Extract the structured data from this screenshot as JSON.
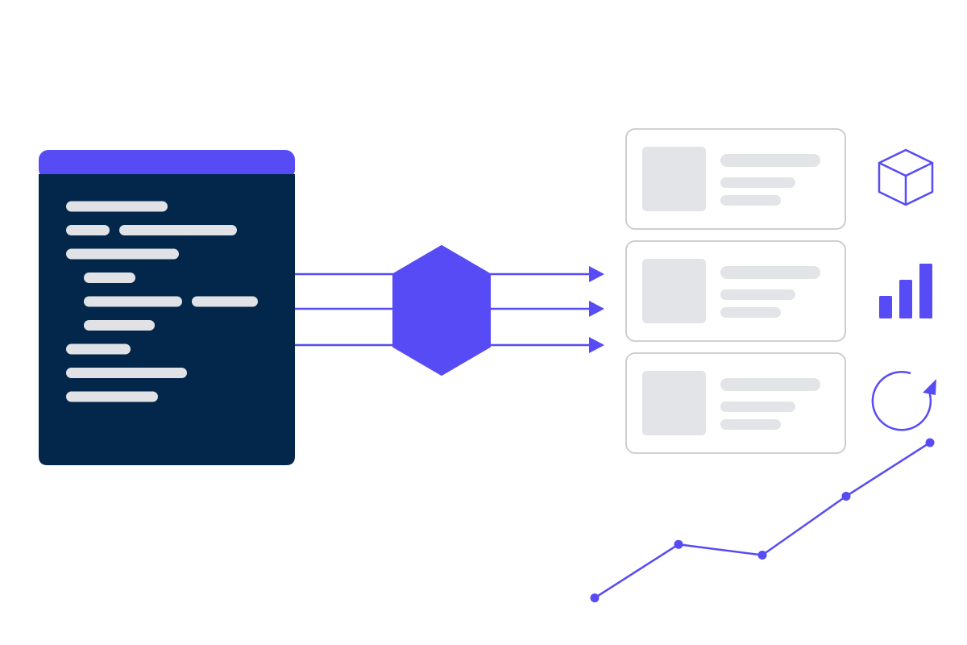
{
  "colors": {
    "background": "#ffffff",
    "accent": "#574bf5",
    "code_panel": "#03274a",
    "code_line": "#e1e2e6",
    "card_border": "#c8c9ce",
    "card_fill": "#ffffff",
    "skeleton": "#e3e4e8"
  },
  "icons": [
    "cube-icon",
    "bar-chart-icon",
    "refresh-icon"
  ],
  "code_editor": {
    "lines": [
      {
        "indent": 0,
        "segments": [
          1
        ]
      },
      {
        "indent": 0,
        "segments": [
          1,
          1
        ]
      },
      {
        "indent": 0,
        "segments": [
          1
        ]
      },
      {
        "indent": 1,
        "segments": [
          1
        ]
      },
      {
        "indent": 1,
        "segments": [
          1,
          1
        ]
      },
      {
        "indent": 1,
        "segments": [
          1
        ]
      },
      {
        "indent": 0,
        "segments": [
          1
        ]
      },
      {
        "indent": 0,
        "segments": [
          1
        ]
      },
      {
        "indent": 0,
        "segments": [
          1
        ]
      }
    ]
  },
  "processor": {
    "shape": "hexagon",
    "outputs": 3
  },
  "cards": [
    {
      "icon": "cube-icon"
    },
    {
      "icon": "bar-chart-icon"
    },
    {
      "icon": "refresh-icon"
    }
  ],
  "chart_data": {
    "type": "line",
    "x": [
      1,
      2,
      3,
      4,
      5
    ],
    "series": [
      {
        "values": [
          1.0,
          2.0,
          1.8,
          2.9,
          3.9
        ]
      }
    ],
    "ylim": [
      0,
      5
    ],
    "grid": false
  }
}
